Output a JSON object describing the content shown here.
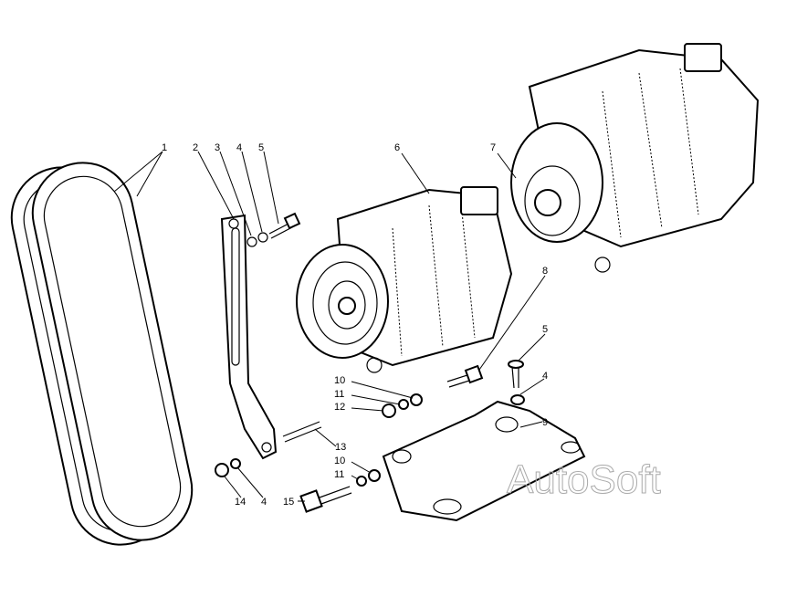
{
  "diagram": {
    "callouts": {
      "belt": "1",
      "strap": "2",
      "washer_top": "3",
      "lock_washer_top": "4",
      "bolt_top": "5",
      "alternator_front": "6",
      "alternator_rear": "7",
      "stud": "8",
      "bolt_right": "5",
      "washer_right": "4",
      "mount_bracket": "9",
      "washer_a": "10",
      "lock_washer_a": "11",
      "nut_a": "12",
      "stud_long": "13",
      "washer_b": "10",
      "lock_washer_b": "11",
      "nut_b": "14",
      "washer_c": "4",
      "bolt_bottom": "15"
    },
    "watermark": "AutoSoft"
  }
}
